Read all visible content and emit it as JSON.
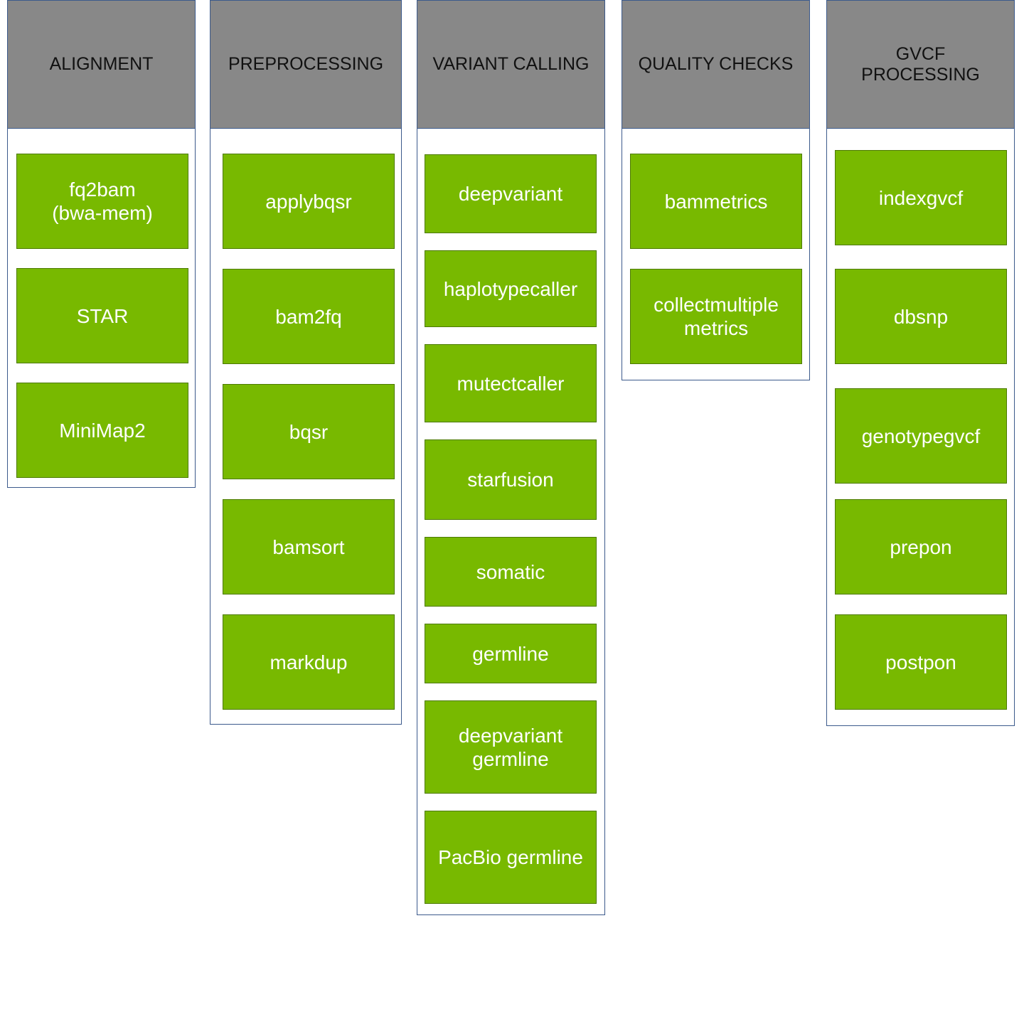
{
  "colors": {
    "header_bg": "#888888",
    "header_text": "#111111",
    "box_bg": "#78b900",
    "box_text": "#ffffff",
    "border": "#3c5a8c"
  },
  "columns": [
    {
      "title": "ALIGNMENT",
      "tools": [
        "fq2bam\n(bwa-mem)",
        "STAR",
        "MiniMap2"
      ]
    },
    {
      "title": "PREPROCESSING",
      "tools": [
        "applybqsr",
        "bam2fq",
        "bqsr",
        "bamsort",
        "markdup"
      ]
    },
    {
      "title": "VARIANT CALLING",
      "tools": [
        "deepvariant",
        "haplotypecaller",
        "mutectcaller",
        "starfusion",
        "somatic",
        "germline",
        "deepvariant\ngermline",
        "PacBio germline"
      ]
    },
    {
      "title": "QUALITY CHECKS",
      "tools": [
        "bammetrics",
        "collectmultiple\nmetrics"
      ]
    },
    {
      "title": "GVCF\nPROCESSING",
      "tools": [
        "indexgvcf",
        "dbsnp",
        "genotypegvcf",
        "prepon",
        "postpon"
      ]
    }
  ]
}
